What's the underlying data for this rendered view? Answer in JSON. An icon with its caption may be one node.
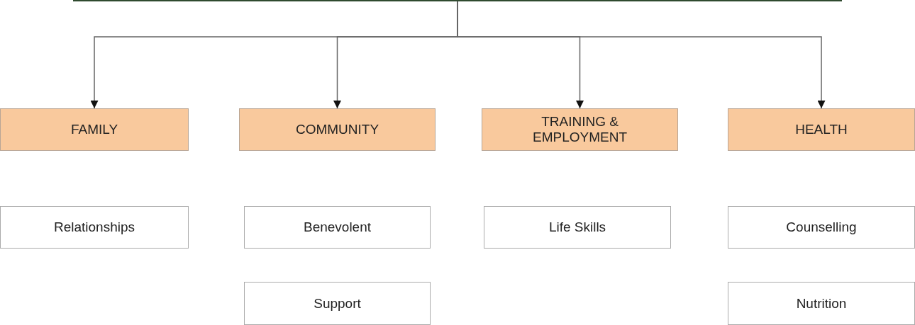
{
  "diagram": {
    "nodes": [
      {
        "text": [],
        "shape": "box"
      },
      {
        "text": [
          "FAMILY"
        ]
      },
      {
        "text": [
          "COMMUNITY"
        ]
      },
      {
        "text": [
          "TRAINING & EMPLOYMENT"
        ]
      },
      {
        "text": [
          "HEALTH"
        ]
      },
      {
        "text": [
          "Relationships"
        ]
      },
      {
        "text": [
          "Benevolent"
        ]
      },
      {
        "text": [
          "Life Skills"
        ]
      },
      {
        "text": [
          "Counselling"
        ]
      },
      {
        "text": [
          "Support"
        ]
      },
      {
        "text": [
          "Nutrition"
        ]
      }
    ],
    "edges": [
      {
        "from": 0,
        "to": 1,
        "arrow": "to"
      },
      {
        "from": 0,
        "to": 2,
        "arrow": "to"
      },
      {
        "from": 0,
        "to": 3,
        "arrow": "to"
      },
      {
        "from": 0,
        "to": 4,
        "arrow": "to"
      }
    ]
  }
}
